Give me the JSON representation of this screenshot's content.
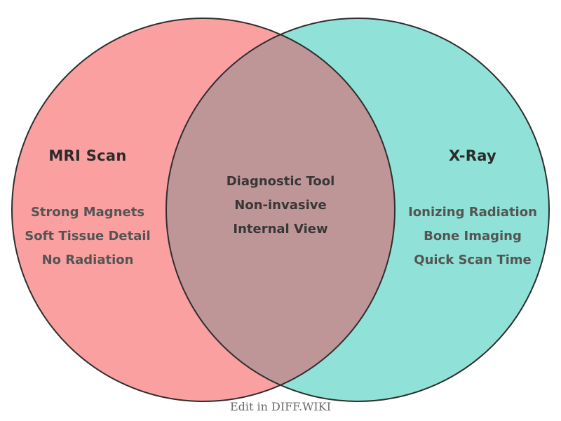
{
  "diagram": {
    "left_set": {
      "title": "MRI Scan",
      "items": [
        "Strong Magnets",
        "Soft Tissue Detail",
        "No Radiation"
      ]
    },
    "right_set": {
      "title": "X-Ray",
      "items": [
        "Ionizing Radiation",
        "Bone Imaging",
        "Quick Scan Time"
      ]
    },
    "intersection": {
      "items": [
        "Diagnostic Tool",
        "Non-invasive",
        "Internal View"
      ]
    },
    "colors": {
      "left_fill": "#FAA0A0",
      "right_fill": "#90E1D7",
      "overlap_fill": "#BF9697",
      "circle_stroke": "#2E2E2E"
    },
    "footer": {
      "label": "Edit in DIFF.WIKI"
    }
  }
}
